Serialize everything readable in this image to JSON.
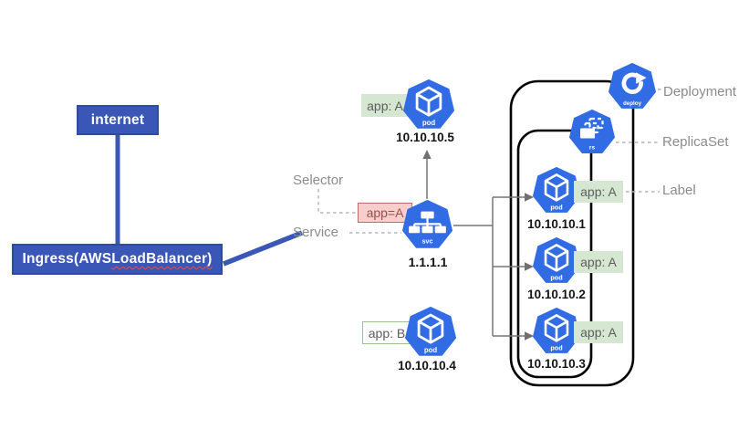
{
  "diagram": {
    "internet": {
      "label": "internet"
    },
    "ingress": {
      "label_prefix": "Ingress(AWS ",
      "label_underlined": "LoadBalancer)"
    },
    "service": {
      "selector_caption": "Selector",
      "service_caption": "Service",
      "selector_value": "app=A",
      "ip": "1.1.1.1"
    },
    "annotations": {
      "deployment": "Deployment",
      "replicaset": "ReplicaSet",
      "label": "Label"
    },
    "icons": {
      "pod": "pod",
      "svc": "svc",
      "deploy": "deploy",
      "rs": "rs"
    },
    "standalone_pods": [
      {
        "label": "app: A",
        "ip": "10.10.10.5"
      },
      {
        "label": "app: B",
        "ip": "10.10.10.4"
      }
    ],
    "replica_pods": [
      {
        "label": "app: A",
        "ip": "10.10.10.1"
      },
      {
        "label": "app: A",
        "ip": "10.10.10.2"
      },
      {
        "label": "app: A",
        "ip": "10.10.10.3"
      }
    ],
    "colors": {
      "k8s_blue": "#326CE5",
      "box_blue": "#3a57b8",
      "label_green_bg": "#d6e7d1",
      "label_green_border": "#9dc291",
      "selector_pink_bg": "#f8cecc",
      "selector_pink_border": "#c26b6b",
      "annotation_gray": "#8c8c8c",
      "boundary_black": "#000000",
      "connector_gray": "#777777"
    }
  }
}
